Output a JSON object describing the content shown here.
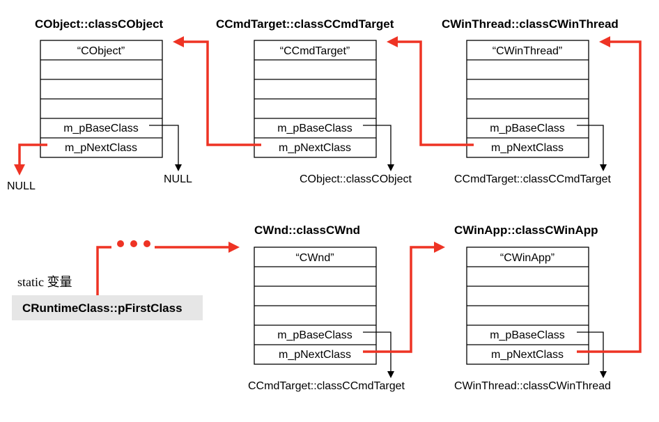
{
  "classes": {
    "cobject": {
      "title": "CObject::classCObject",
      "name": "“CObject”",
      "base": "m_pBaseClass",
      "next": "m_pNextClass"
    },
    "ccmdtarget": {
      "title": "CCmdTarget::classCCmdTarget",
      "name": "“CCmdTarget”",
      "base": "m_pBaseClass",
      "next": "m_pNextClass"
    },
    "cwinthread": {
      "title": "CWinThread::classCWinThread",
      "name": "“CWinThread”",
      "base": "m_pBaseClass",
      "next": "m_pNextClass"
    },
    "cwnd": {
      "title": "CWnd::classCWnd",
      "name": "“CWnd”",
      "base": "m_pBaseClass",
      "next": "m_pNextClass"
    },
    "cwinapp": {
      "title": "CWinApp::classCWinApp",
      "name": "“CWinApp”",
      "base": "m_pBaseClass",
      "next": "m_pNextClass"
    }
  },
  "targets": {
    "cobject_base_null": "NULL",
    "cobject_next_null": "NULL",
    "ccmdtarget_base": "CObject::classCObject",
    "cwinthread_base": "CCmdTarget::classCCmdTarget",
    "cwnd_base": "CCmdTarget::classCCmdTarget",
    "cwinapp_base": "CWinThread::classCWinThread"
  },
  "static_label": "static 变量",
  "first_class": "CRuntimeClass::pFirstClass",
  "colors": {
    "link": "#ee3324",
    "pointer": "#000000",
    "static_box": "#e6e6e6"
  }
}
